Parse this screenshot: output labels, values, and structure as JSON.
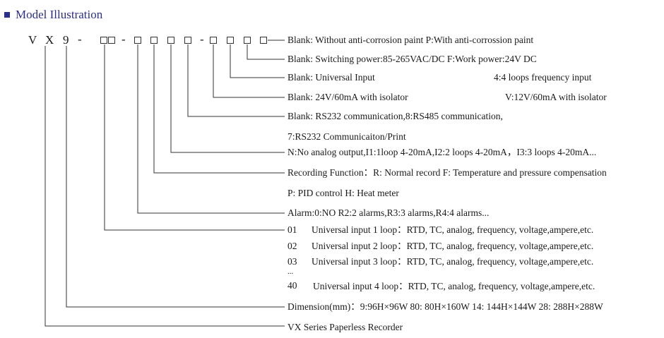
{
  "title": "Model Illustration",
  "model_code": {
    "prefix_chars": [
      "V",
      "X",
      "9"
    ],
    "dash": "-"
  },
  "descriptions": [
    "Blank: Without anti-corrosion paint P:With anti-corrossion paint",
    "Blank: Switching power:85-265VAC/DC  F:Work power:24V DC",
    "Blank: Universal Input",
    "4:4 loops frequency input",
    "Blank: 24V/60mA with isolator",
    "V:12V/60mA with isolator",
    "Blank:  RS232 communication,8:RS485 communication,",
    "7:RS232 Communicaiton/Print",
    "N:No analog output,I1:1loop 4-20mA,I2:2 loops 4-20mA，I3:3 loops 4-20mA...",
    "Recording Function：R: Normal record   F: Temperature and pressure compensation",
    "P: PID control  H: Heat meter",
    "Alarm:0:NO R2:2 alarms,R3:3 alarms,R4:4 alarms...",
    "Dimension(mm)：9:96H×96W 80: 80H×160W 14: 144H×144W 28: 288H×288W",
    "VX Series Paperless Recorder"
  ],
  "input_loops": [
    {
      "num": "01",
      "text": "Universal input 1 loop：RTD, TC, analog, frequency, voltage,ampere,etc."
    },
    {
      "num": "02",
      "text": "Universal input 2 loop：RTD, TC, analog, frequency, voltage,ampere,etc."
    },
    {
      "num": "03",
      "text": "Universal input 3 loop：RTD, TC, analog, frequency, voltage,ampere,etc."
    },
    {
      "num": "40",
      "text": "Universal input 4 loop：RTD, TC, analog, frequency, voltage,ampere,etc."
    }
  ],
  "ellipsis": "..."
}
